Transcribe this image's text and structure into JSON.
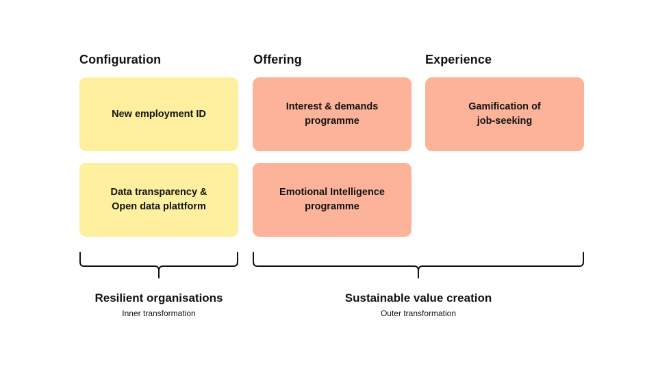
{
  "columns": [
    {
      "title": "Configuration"
    },
    {
      "title": "Offering"
    },
    {
      "title": "Experience"
    }
  ],
  "cards": {
    "configuration": [
      "New employment ID",
      "Data transparency &\nOpen data plattform"
    ],
    "offering": [
      "Interest & demands\nprogramme",
      "Emotional Intelligence\nprogramme"
    ],
    "experience": [
      "Gamification of\njob-seeking"
    ]
  },
  "groups": {
    "inner": {
      "title": "Resilient organisations",
      "subtitle": "Inner transformation"
    },
    "outer": {
      "title": "Sustainable value creation",
      "subtitle": "Outer transformation"
    }
  },
  "colors": {
    "configuration_card": "#FEF09E",
    "offering_card": "#FDB39A",
    "experience_card": "#FDB39A",
    "text": "#111111"
  }
}
